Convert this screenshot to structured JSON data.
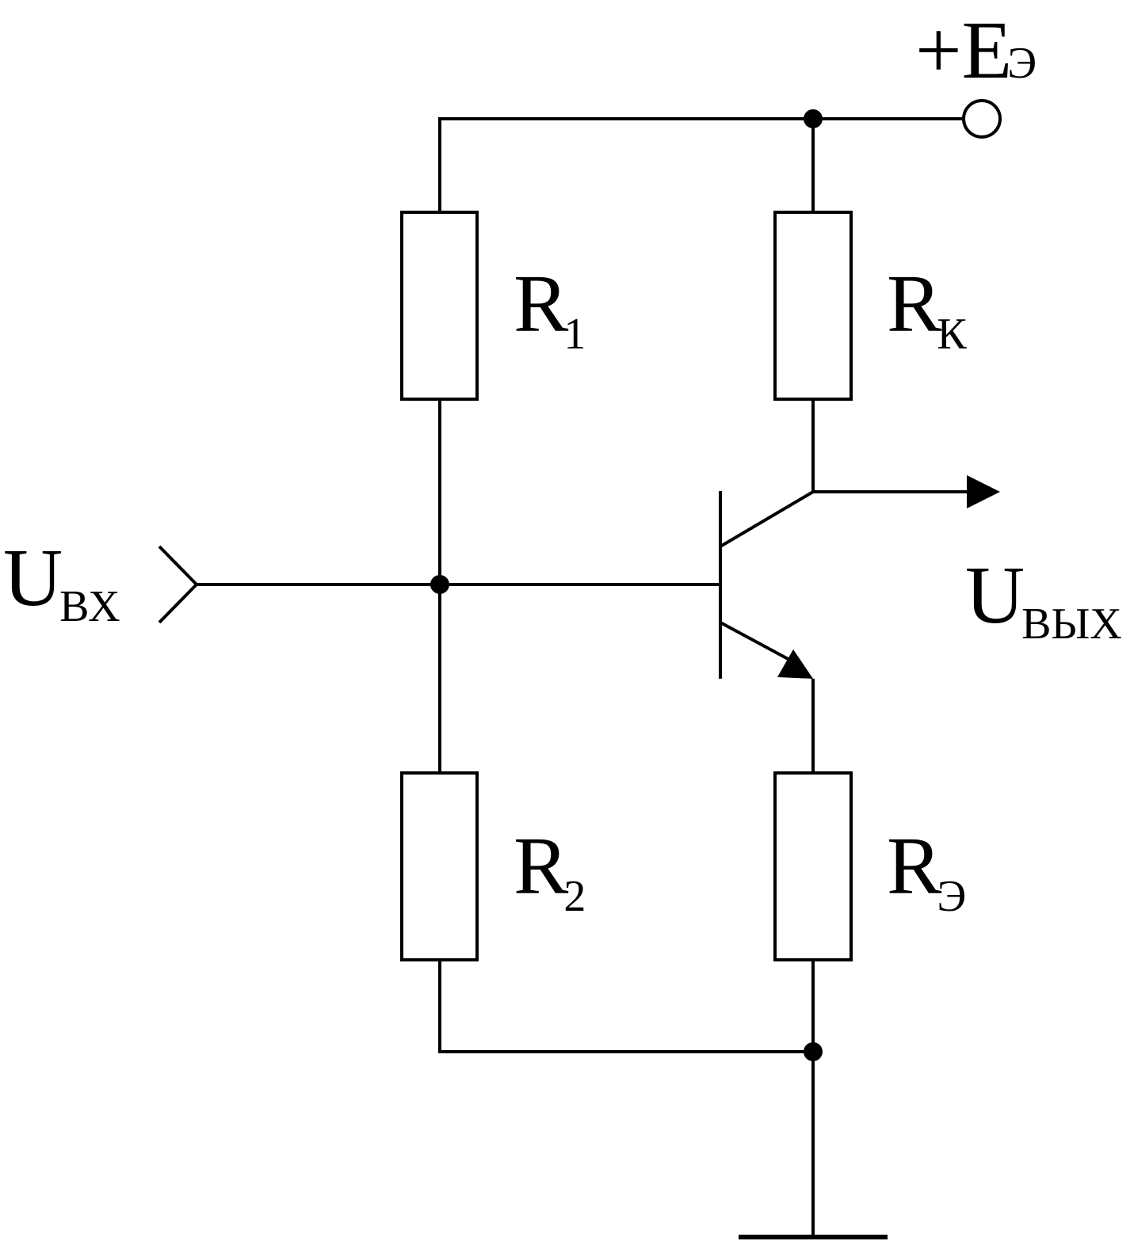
{
  "labels": {
    "supply": {
      "main": "+E",
      "sub": "Э"
    },
    "r1": {
      "main": "R",
      "sub": "1"
    },
    "rk": {
      "main": "R",
      "sub": "К"
    },
    "r2": {
      "main": "R",
      "sub": "2"
    },
    "re": {
      "main": "R",
      "sub": "Э"
    },
    "input": {
      "main": "U",
      "sub": "ВХ"
    },
    "output": {
      "main": "U",
      "sub": "ВЫХ"
    }
  }
}
